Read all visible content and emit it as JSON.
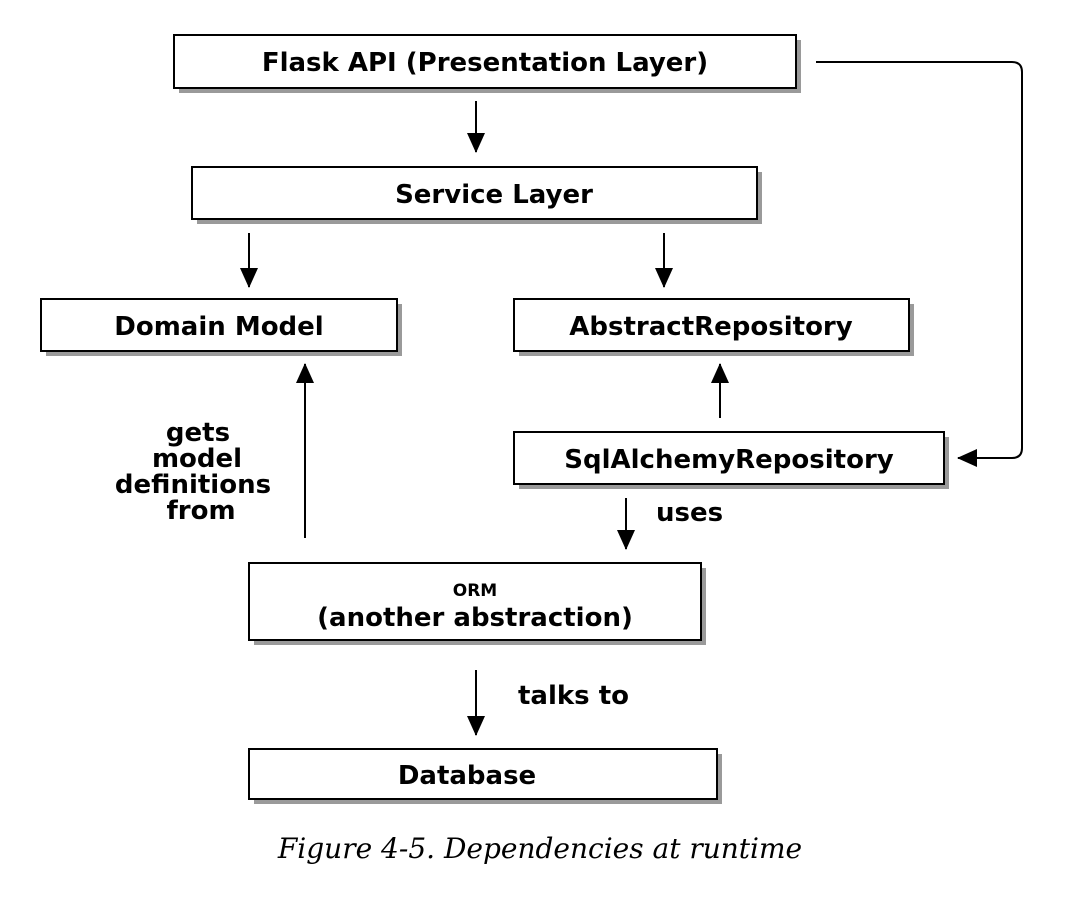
{
  "nodes": {
    "flask_api": "Flask API (Presentation Layer)",
    "service_layer": "Service Layer",
    "domain_model": "Domain Model",
    "abstract_repository": "AbstractRepository",
    "sqlalchemy_repository": "SqlAlchemyRepository",
    "orm_title": "ORM",
    "orm_subtitle": "(another abstraction)",
    "database": "Database"
  },
  "edge_labels": {
    "gets_line1": "gets",
    "gets_line2": "model",
    "gets_line3": "definitions",
    "gets_line4": "from",
    "uses": "uses",
    "talks_to": "talks to"
  },
  "caption": "Figure 4-5. Dependencies at runtime"
}
